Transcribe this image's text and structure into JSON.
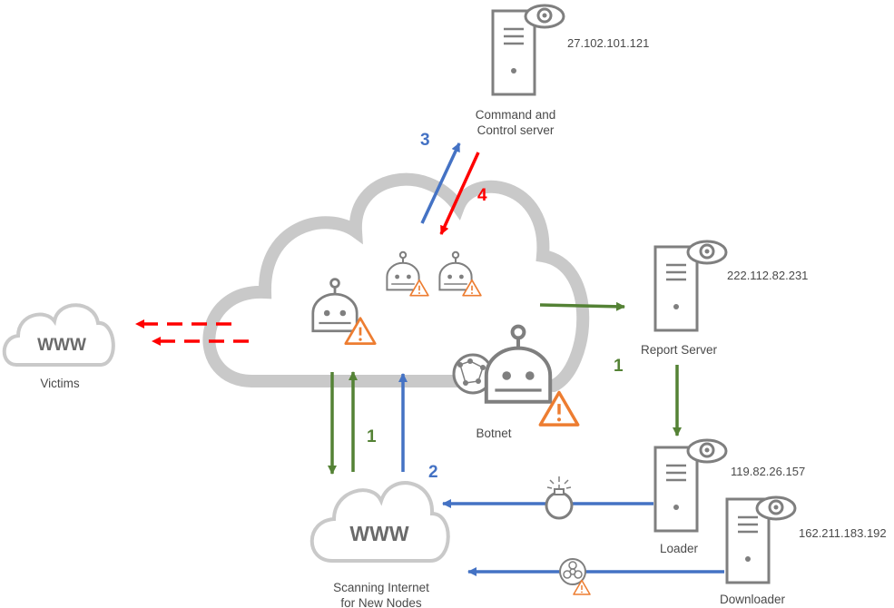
{
  "servers": {
    "c2": {
      "label_line1": "Command and",
      "label_line2": "Control server",
      "ip": "27.102.101.121"
    },
    "report": {
      "label": "Report Server",
      "ip": "222.112.82.231"
    },
    "loader": {
      "label": "Loader",
      "ip": "119.82.26.157"
    },
    "downloader": {
      "label": "Downloader",
      "ip": "162.211.183.192"
    }
  },
  "clouds": {
    "victims": {
      "text": "WWW",
      "label": "Victims"
    },
    "scanning": {
      "text": "WWW",
      "label_line1": "Scanning Internet",
      "label_line2": "for New Nodes"
    },
    "botnet": {
      "label": "Botnet"
    }
  },
  "steps": {
    "report_flow": "1",
    "scan_flow": "1",
    "scan_up": "2",
    "to_c2": "3",
    "from_c2": "4"
  },
  "colors": {
    "green": "#548235",
    "blue": "#4472c4",
    "red": "#ff0000",
    "gray": "#7f7f7f",
    "light_gray": "#c9c9c9",
    "orange": "#ed7d31"
  },
  "icons": [
    "server-icon",
    "eye-icon",
    "robot-icon",
    "warning-icon",
    "bomb-icon",
    "biohazard-icon",
    "network-icon"
  ]
}
